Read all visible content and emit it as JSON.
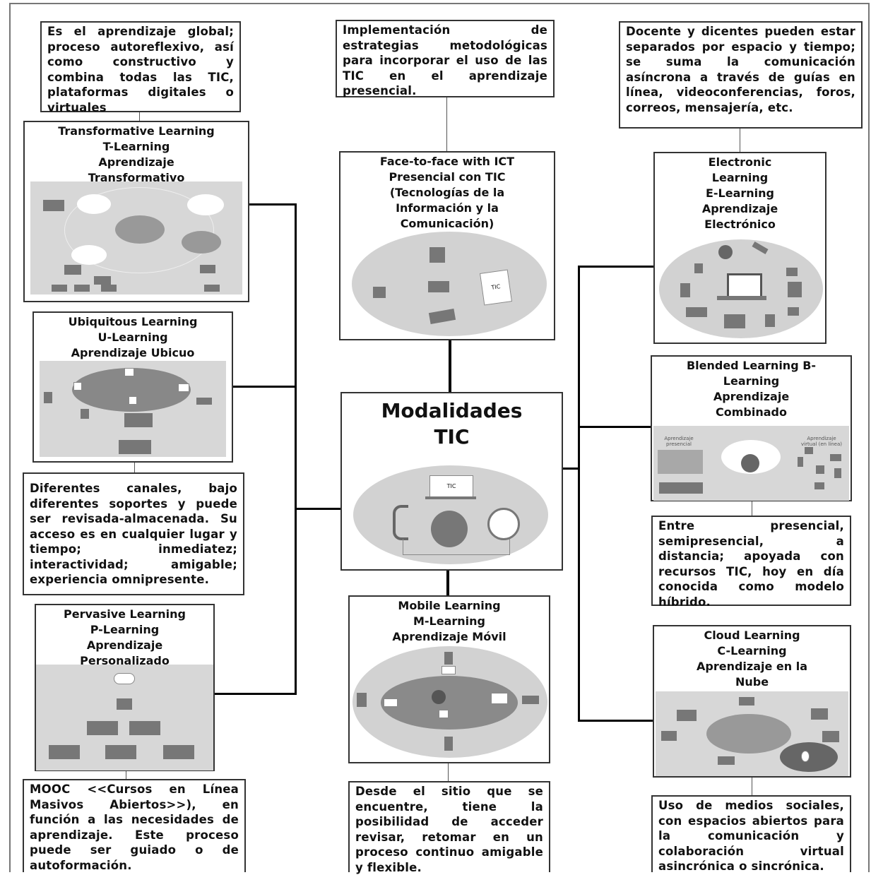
{
  "center": {
    "title_line1": "Modalidades",
    "title_line2": "TIC",
    "screen_label": "TIC"
  },
  "left": {
    "transformative": {
      "desc": "Es el aprendizaje global; proceso autoreflexivo, así como constructivo y combina todas las TIC, plataformas digitales o virtuales",
      "title": [
        "Transformative Learning",
        "T-Learning",
        "Aprendizaje",
        "Transformativo"
      ]
    },
    "ubiquitous": {
      "title": [
        "Ubiquitous Learning",
        "U-Learning",
        "Aprendizaje Ubicuo"
      ],
      "desc": "Diferentes canales, bajo diferentes soportes y puede ser revisada-almacenada. Su acceso es en cualquier lugar y tiempo; inmediatez; interactividad; amigable; experiencia omnipresente."
    },
    "pervasive": {
      "title": [
        "Pervasive Learning",
        "P-Learning",
        "Aprendizaje",
        "Personalizado"
      ],
      "desc": "MOOC <<Cursos en Línea Masivos Abiertos>>), en función a las necesidades de aprendizaje. Este proceso puede ser guiado o de autoformación."
    }
  },
  "middle": {
    "facetoface": {
      "desc": "Implementación de estrategias metodológicas para incorporar el uso de las TIC en el aprendizaje presencial.",
      "title": [
        "Face-to-face with ICT",
        "Presencial con TIC",
        "(Tecnologías de la",
        "Información y la",
        "Comunicación)"
      ],
      "board_label": "TIC"
    },
    "mobile": {
      "title": [
        "Mobile Learning",
        "M-Learning",
        "Aprendizaje Móvil"
      ],
      "desc": "Desde el sitio que se encuentre, tiene la posibilidad de acceder revisar, retomar en un proceso continuo amigable y flexible."
    }
  },
  "right": {
    "electronic": {
      "desc": "Docente y dicentes pueden estar separados por espacio y tiempo; se suma la comunicación asíncrona a través de guías en línea, videoconferencias, foros, correos, mensajería, etc.",
      "title": [
        "Electronic",
        "Learning",
        "E-Learning",
        "Aprendizaje",
        "Electrónico"
      ]
    },
    "blended": {
      "title": [
        "Blended Learning B-",
        "Learning",
        "Aprendizaje",
        "Combinado"
      ],
      "label_left": "Aprendizaje presencial",
      "label_right": "Aprendizaje virtual (en línea)",
      "desc": "Entre presencial, semipresencial, a distancia; apoyada con recursos TIC, hoy en día conocida como modelo híbrido."
    },
    "cloud": {
      "title": [
        "Cloud Learning",
        "C-Learning",
        "Aprendizaje en la",
        "Nube"
      ],
      "desc": "Uso de medios sociales, con espacios abiertos para la comunicación y colaboración virtual asincrónica o sincrónica."
    }
  },
  "colors": {
    "line": "#000000",
    "border": "#333333",
    "illustration_bg": "#d7d7d7",
    "icon": "#777777"
  }
}
